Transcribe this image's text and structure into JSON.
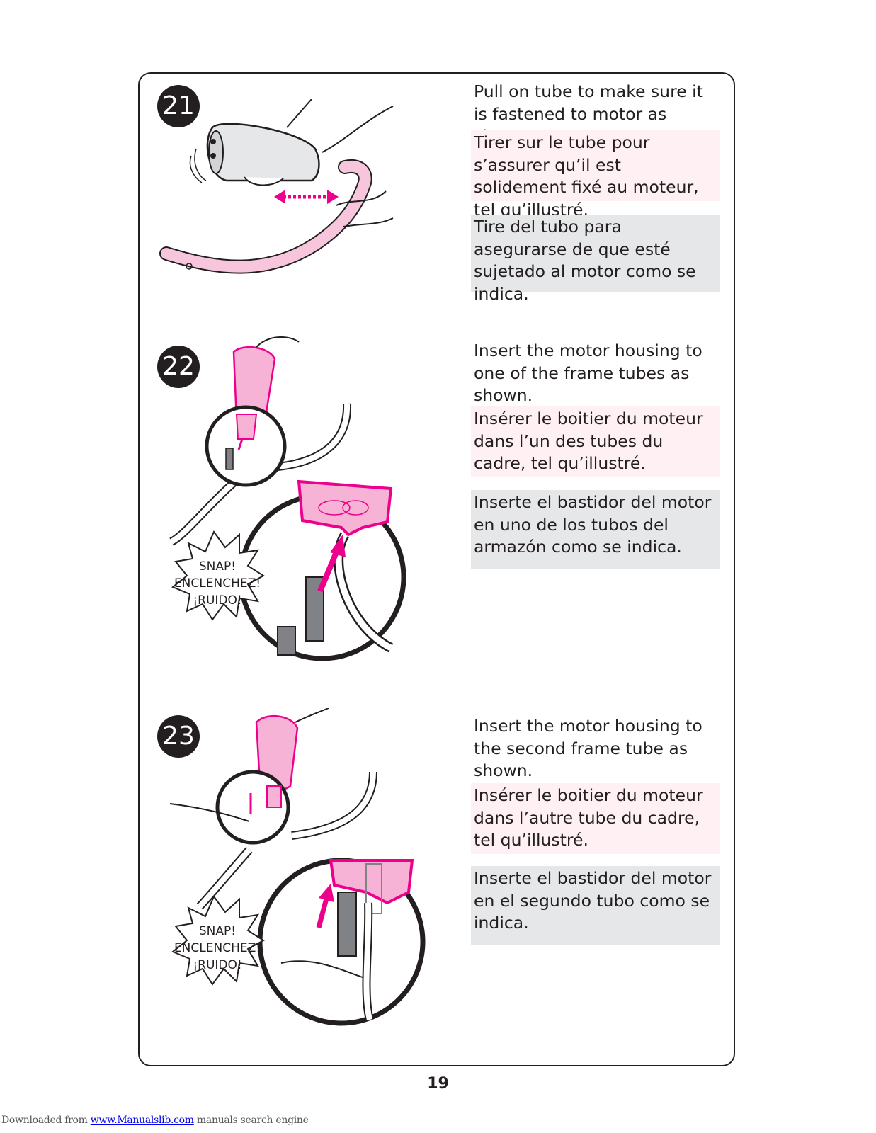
{
  "steps": [
    {
      "number": "21",
      "en": "Pull on tube to make sure it is fastened to motor as shown.",
      "fr": "Tirer sur le tube pour s’assurer qu’il est solidement fixé au moteur, tel qu’illustré.",
      "es": "Tire del tubo para asegurarse de que esté sujetado al motor como se indica."
    },
    {
      "number": "22",
      "en": "Insert the motor housing to one of the frame tubes as shown.",
      "fr": "Insérer le boitier du moteur dans l’un des tubes du cadre, tel qu’illustré.",
      "es": "Inserte el bastidor del motor en uno de los tubos del armazón como se indica.",
      "snap": [
        "SNAP!",
        "ENCLENCHEZ!",
        "¡RUIDO!"
      ]
    },
    {
      "number": "23",
      "en": "Insert the motor housing to the second frame tube as shown.",
      "fr": "Insérer le boitier du moteur dans l’autre tube du cadre, tel qu’illustré.",
      "es": "Inserte el bastidor del motor en el segundo tubo como se indica.",
      "snap": [
        "SNAP!",
        "ENCLENCHEZ!",
        "¡RUIDO!"
      ]
    }
  ],
  "page_number": "19",
  "footer": {
    "prefix": "Downloaded from ",
    "link": "www.Manualslib.com",
    "suffix": " manuals search engine"
  },
  "colors": {
    "accent": "#ec008c",
    "pink_fill": "#f7b3d5",
    "fr_bg": "#fff0f4",
    "es_bg": "#e6e7e8"
  }
}
